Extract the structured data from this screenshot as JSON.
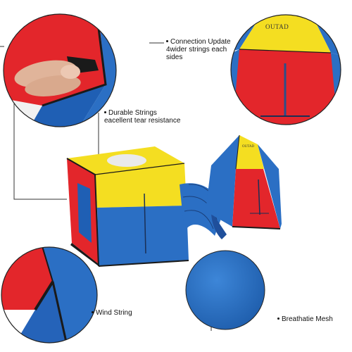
{
  "image": {
    "subject": "Pop-up play tent set with tunnel",
    "colors": {
      "red": "#e3262b",
      "blue": "#2b6fc4",
      "yellow": "#f4de21",
      "dark_blue": "#1f4f9b",
      "trim": "#1a1a1a"
    }
  },
  "brand": {
    "name": "OUTAD"
  },
  "callouts": {
    "connection": "Connection Update 4wider strings each sides",
    "durable_line1": "Durable Strings",
    "durable_line2": "eacellent tear resistance",
    "wind": "Wind String",
    "mesh": "Breathatie Mesh"
  }
}
